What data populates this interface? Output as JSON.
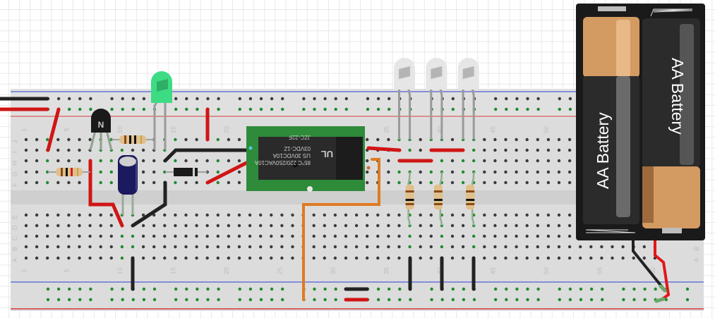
{
  "diagram": {
    "type": "breadboard-circuit",
    "breadboard": {
      "columns": 60,
      "row_labels_top": [
        "J",
        "I",
        "H",
        "G",
        "F"
      ],
      "row_labels_bottom": [
        "E",
        "D",
        "C",
        "B",
        "A"
      ],
      "column_labels": [
        "1",
        "5",
        "10",
        "15",
        "20",
        "25",
        "30",
        "35",
        "40",
        "45",
        "50",
        "55",
        "60"
      ]
    },
    "components": {
      "transistor": {
        "label": "N",
        "kind": "NPN transistor"
      },
      "green_led": {
        "kind": "LED",
        "color": "#3ddc84"
      },
      "white_leds": [
        {
          "kind": "LED",
          "color": "#e6e6e6"
        },
        {
          "kind": "LED",
          "color": "#e6e6e6"
        },
        {
          "kind": "LED",
          "color": "#e6e6e6"
        }
      ],
      "capacitor": {
        "kind": "electrolytic capacitor",
        "color": "#1c1a5e"
      },
      "diode": {
        "kind": "diode"
      },
      "relay": {
        "kind": "relay",
        "lines": [
          "85°C  220/250VAC10A",
          "US    30VDC10A",
          "03VDC-1Z",
          "JZC-22F"
        ],
        "logo": "UL"
      },
      "battery_pack": {
        "kind": "2xAA battery holder",
        "cells": [
          "AA Battery",
          "AA Battery"
        ]
      },
      "resistors": [
        {
          "name": "base-resistor"
        },
        {
          "name": "led-resistor"
        },
        {
          "name": "white-led-resistor-1"
        },
        {
          "name": "white-led-resistor-2"
        },
        {
          "name": "white-led-resistor-3"
        }
      ]
    },
    "colors": {
      "wire_red": "#d01515",
      "wire_black": "#222222",
      "wire_orange": "#e07a22",
      "rail_blue": "#2b3fd6",
      "rail_red": "#d43a3a",
      "relay_pcb": "#2e8b3a"
    }
  }
}
